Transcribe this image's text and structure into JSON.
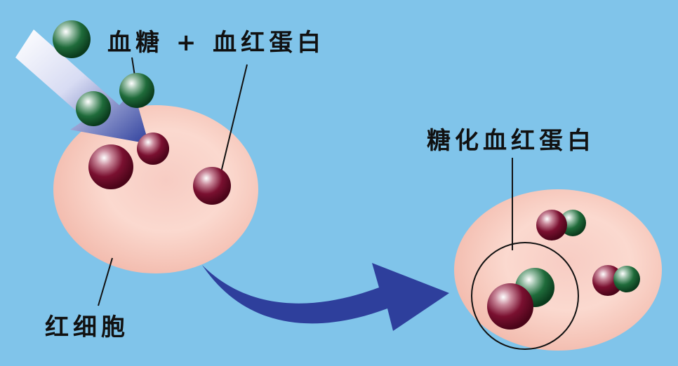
{
  "labels": {
    "top": "血糖 + 血红蛋白",
    "glycated": "糖化血红蛋白",
    "red_cell": "红细胞"
  },
  "colors": {
    "background": "#80c4ea",
    "cell": "#f3bcb0",
    "hemoglobin": "#7a1030",
    "glucose": "#1f6b3a",
    "arrow": "#2e3f9c"
  }
}
